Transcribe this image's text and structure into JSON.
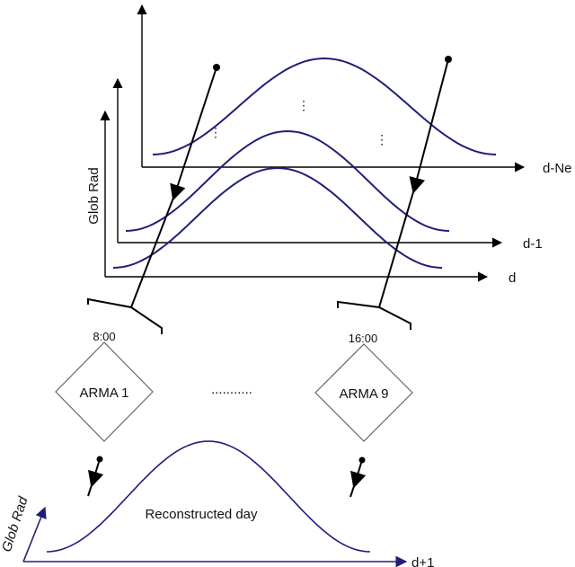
{
  "top_plot": {
    "y_label": "Glob Rad",
    "day_labels": {
      "front": "d",
      "middle": "d-1",
      "back": "d-Ne"
    },
    "ellipses": [
      "⋮",
      "⋮",
      "⋮"
    ]
  },
  "models": {
    "left": {
      "time": "8:00",
      "name": "ARMA 1"
    },
    "middle_dots": "...........",
    "right": {
      "time": "16:00",
      "name": "ARMA 9"
    }
  },
  "bottom_plot": {
    "y_label": "Glob Rad",
    "x_label": "d+1",
    "caption": "Reconstructed day"
  },
  "colors": {
    "curve": "#1f1f7a",
    "axis": "#000000",
    "diamond_border": "#666666"
  }
}
